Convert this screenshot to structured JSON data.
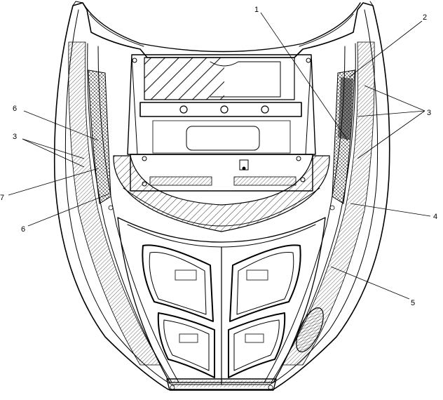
{
  "diagram": {
    "callouts": [
      {
        "id": "c1",
        "label": "1"
      },
      {
        "id": "c2",
        "label": "2"
      },
      {
        "id": "c3r",
        "label": "3"
      },
      {
        "id": "c6a",
        "label": "6"
      },
      {
        "id": "c3l",
        "label": "3"
      },
      {
        "id": "c7",
        "label": "7"
      },
      {
        "id": "c6b",
        "label": "6"
      },
      {
        "id": "c4",
        "label": "4"
      },
      {
        "id": "c5",
        "label": "5"
      }
    ]
  }
}
